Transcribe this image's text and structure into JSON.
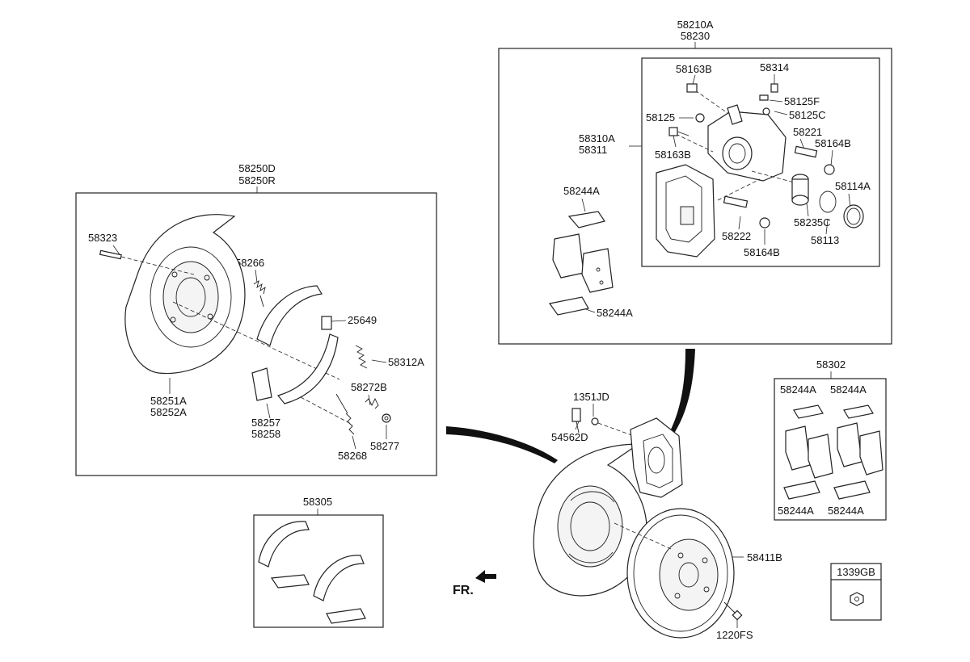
{
  "labels": {
    "caliper_set_a": "58210A",
    "caliper_set_b": "58230",
    "bolt_58163b_top": "58163B",
    "cap_58314": "58314",
    "bleeder_58125f": "58125F",
    "cap_58125c": "58125C",
    "cap_58125": "58125",
    "caliper_body_a": "58310A",
    "caliper_body_b": "58311",
    "bolt_58163b_bottom": "58163B",
    "pin_58221": "58221",
    "boot_58164b_top": "58164B",
    "seal_58114a": "58114A",
    "clip_58244a_top": "58244A",
    "piston_58235c": "58235C",
    "pin_58222": "58222",
    "ring_58113": "58113",
    "boot_58164b_bottom": "58164B",
    "clip_58244a_bottom": "58244A",
    "backplate_a": "58250D",
    "backplate_b": "58250R",
    "pin_58323": "58323",
    "spring_58266": "58266",
    "adjuster_25649": "25649",
    "spring_58312a": "58312A",
    "spring_58272b": "58272B",
    "shield_a": "58251A",
    "shield_b": "58252A",
    "lever_a": "58257",
    "lever_b": "58258",
    "washer_58277": "58277",
    "spring_58268": "58268",
    "shoe_kit": "58305",
    "pad_kit": "58302",
    "pad_clip_1": "58244A",
    "pad_clip_2": "58244A",
    "pad_clip_3": "58244A",
    "pad_clip_4": "58244A",
    "bolt_1351jd": "1351JD",
    "bolt_54562d": "54562D",
    "disc": "58411B",
    "screw_1220fs": "1220FS",
    "nut_box": "1339GB",
    "front_indicator": "FR."
  }
}
